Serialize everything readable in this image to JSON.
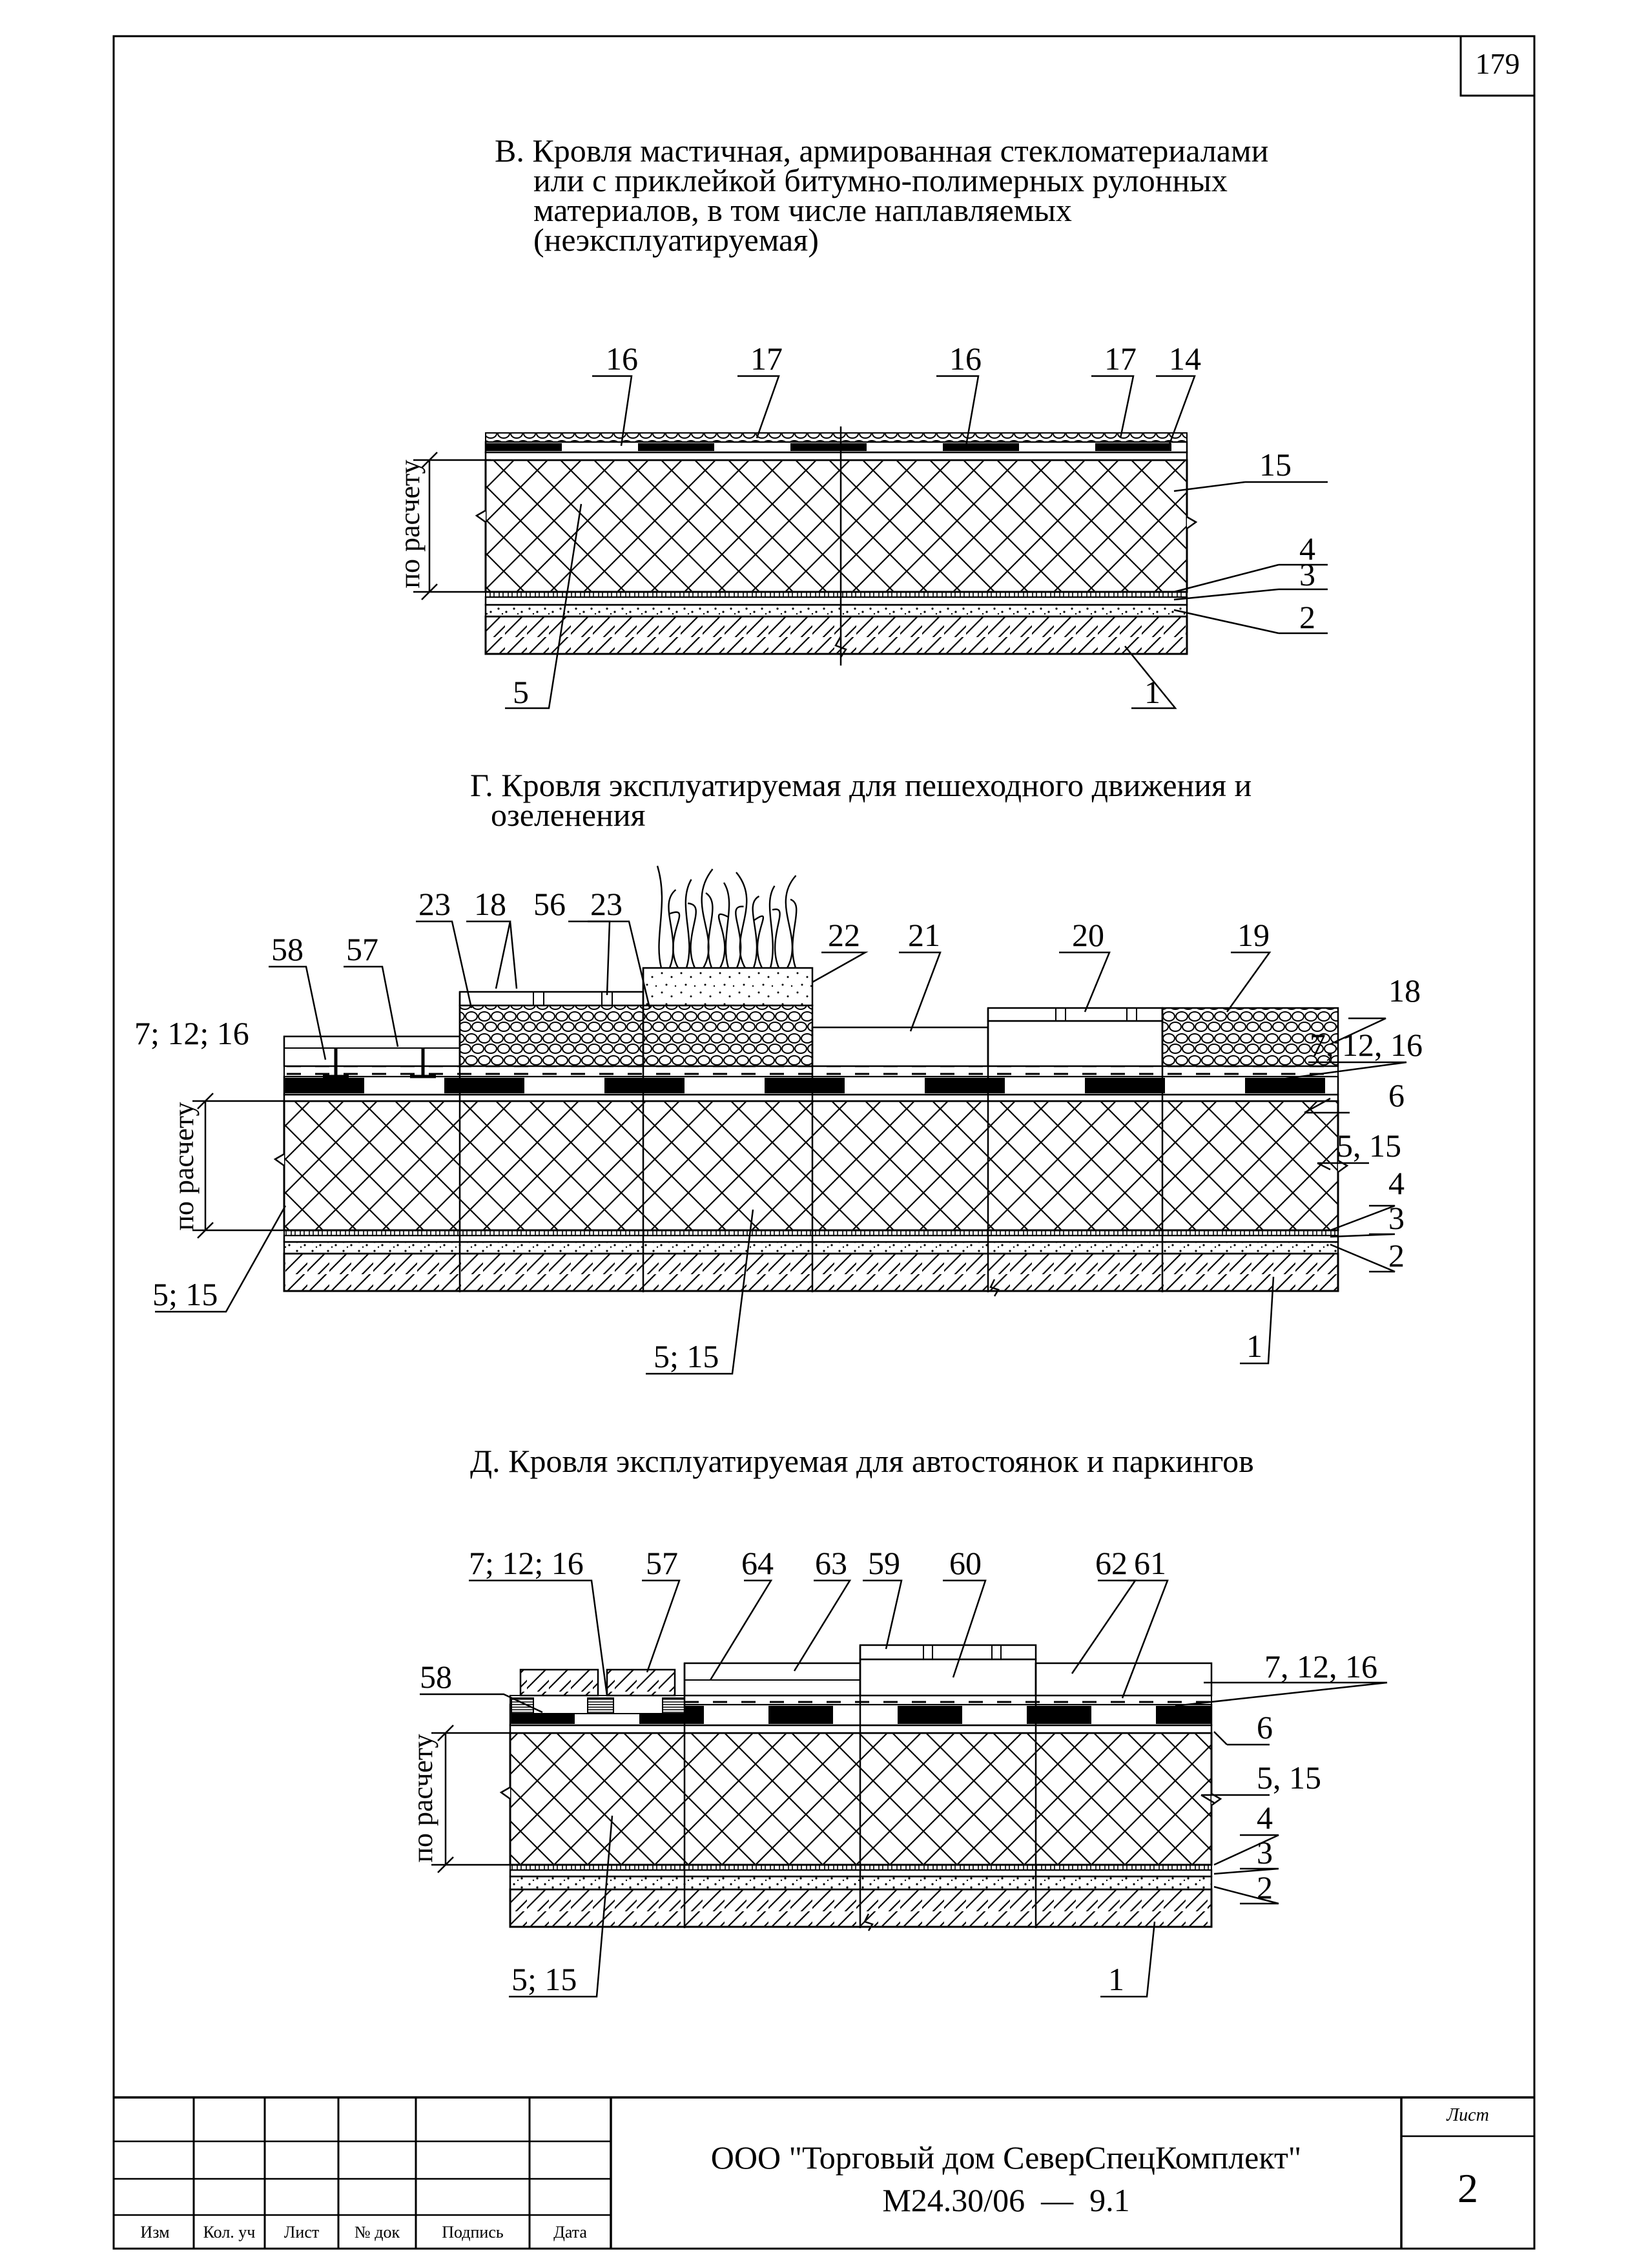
{
  "page_number": "179",
  "sections": {
    "v": {
      "title_lines": [
        "В. Кровля мастичная, армированная стекломатериалами",
        "или с приклейкой битумно-полимерных рулонных",
        "материалов, в том числе наплавляемых",
        "(неэксплуатируемая)"
      ],
      "dimension_label": "по расчету",
      "callouts": [
        "16",
        "17",
        "16",
        "17",
        "14",
        "15",
        "4",
        "3",
        "2",
        "5",
        "1"
      ]
    },
    "g": {
      "title_lines": [
        "Г. Кровля эксплуатируемая для пешеходного движения и",
        "озеленения"
      ],
      "dimension_label": "по расчету",
      "callouts": [
        "58",
        "57",
        "23",
        "18",
        "56",
        "23",
        "22",
        "21",
        "20",
        "19",
        "18",
        "7; 12; 16",
        "7, 12, 16",
        "6",
        "5, 15",
        "4",
        "3",
        "2",
        "5; 15",
        "5; 15",
        "1"
      ]
    },
    "d": {
      "title_lines": [
        "Д. Кровля эксплуатируемая для автостоянок и паркингов"
      ],
      "dimension_label": "по расчету",
      "callouts": [
        "7; 12; 16",
        "57",
        "64",
        "63",
        "59",
        "60",
        "62",
        "61",
        "58",
        "7, 12, 16",
        "6",
        "5, 15",
        "4",
        "3",
        "2",
        "5; 15",
        "1"
      ]
    }
  },
  "title_block": {
    "headers": [
      "Изм",
      "Кол. уч",
      "Лист",
      "№ док",
      "Подпись",
      "Дата"
    ],
    "organization": "ООО \"Торговый дом СеверСпецКомплект\"",
    "document_code": "М24.30/06  —  9.1",
    "sheet_label": "Лист",
    "sheet_number": "2"
  }
}
